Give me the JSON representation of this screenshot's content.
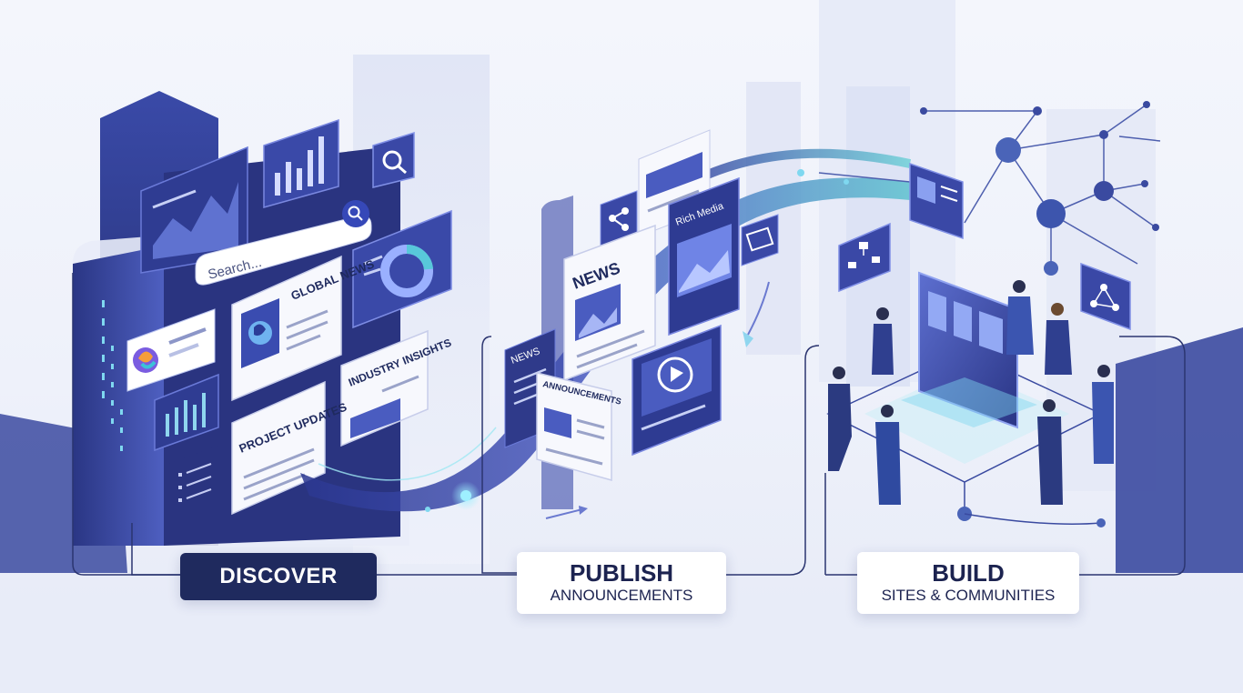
{
  "left_panel": {
    "search_placeholder": "Search...",
    "card_global_news": "GLOBAL NEWS",
    "card_industry_insights": "INDUSTRY INSIGHTS",
    "card_project_updates": "PROJECT UPDATES"
  },
  "middle_panel": {
    "card_news": "NEWS",
    "card_rich_media": "Rich Media",
    "card_news_small": "NEWS",
    "card_announcements": "ANNOUNCEMENTS"
  },
  "labels": {
    "discover": "DISCOVER",
    "publish_title": "PUBLISH",
    "publish_sub": "ANNOUNCEMENTS",
    "build_title": "BUILD",
    "build_sub": "SITES & COMMUNITIES"
  },
  "colors": {
    "navy": "#1f2a5e",
    "indigo": "#3b4aa0",
    "teal": "#4fb8c8",
    "card_white": "#ffffff",
    "background": "#eef1fa"
  }
}
